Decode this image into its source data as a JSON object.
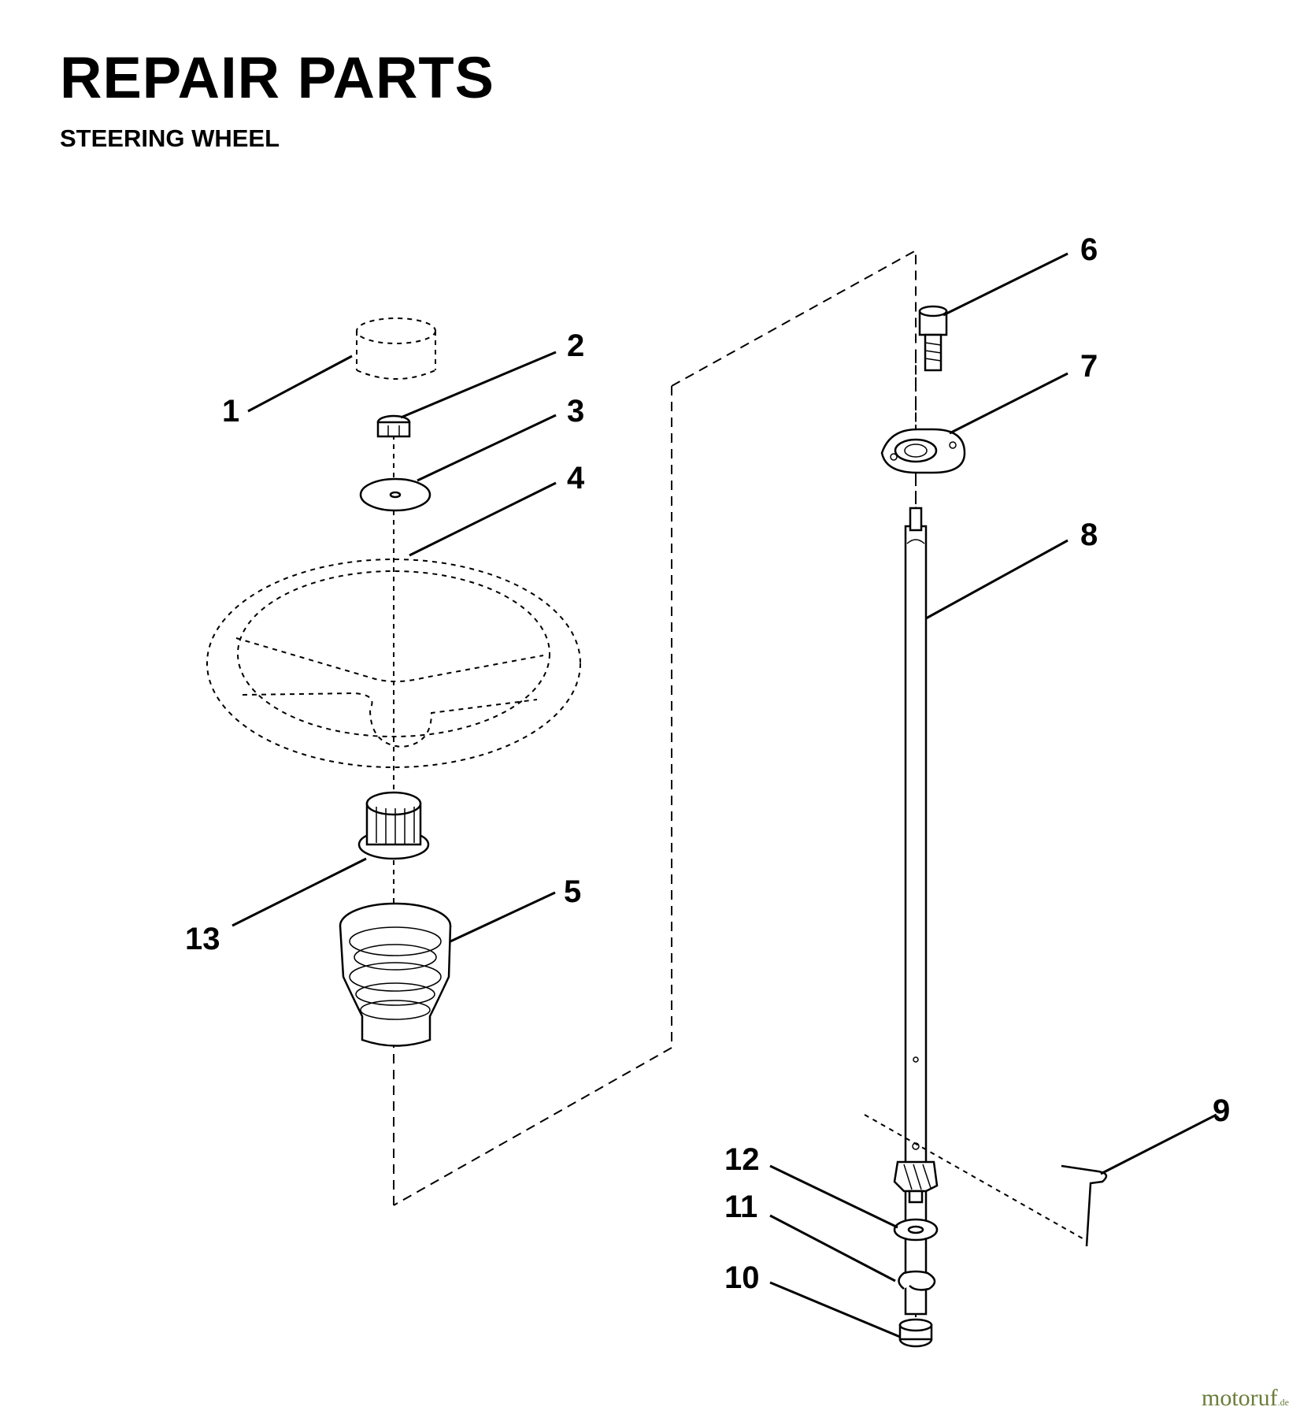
{
  "header": {
    "title": "REPAIR PARTS",
    "subtitle": "STEERING WHEEL"
  },
  "callouts": {
    "c1": "1",
    "c2": "2",
    "c3": "3",
    "c4": "4",
    "c5": "5",
    "c6": "6",
    "c7": "7",
    "c8": "8",
    "c9": "9",
    "c10": "10",
    "c11": "11",
    "c12": "12",
    "c13": "13"
  },
  "watermark": {
    "brand": "motoruf",
    "suffix": ".de"
  }
}
